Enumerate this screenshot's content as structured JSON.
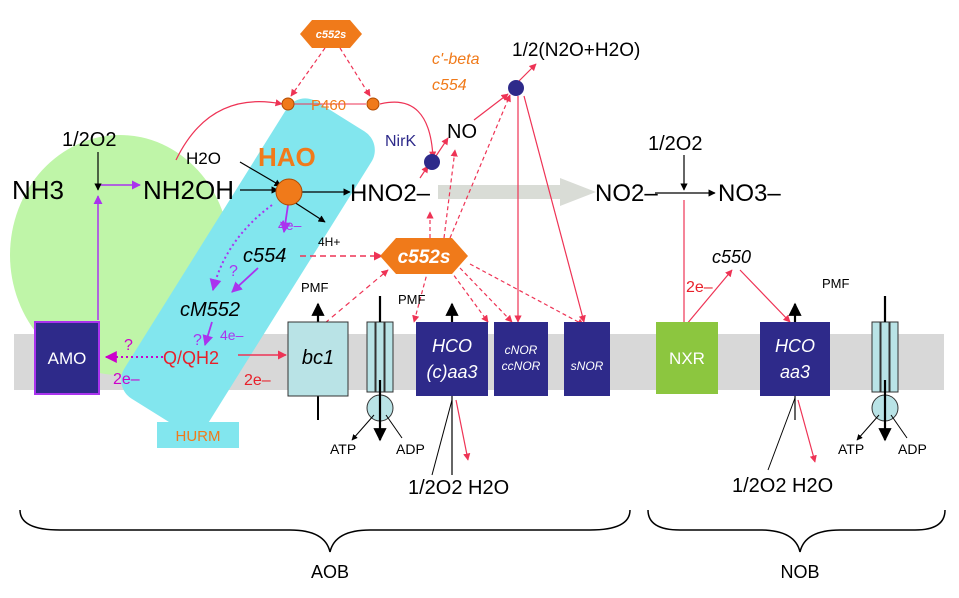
{
  "colors": {
    "nitrogen_red": "#e8202a",
    "orange": "#f07a1a",
    "purple": "#aa33ee",
    "magenta": "#cc00cc",
    "navy": "#2e2a8a",
    "green_blob": "#bff5a8",
    "hurm_cyan": "#82e6ee",
    "membrane": "#d8d8d8",
    "nxr_green": "#8cc63f",
    "pink_arrow": "#ee3355",
    "gray_arrow": "#d9dcd6"
  },
  "labels": {
    "c552s_top": "c552s",
    "c552s_mid": "c552s",
    "p460": "P460",
    "hao": "HAO",
    "h2o": "H2O",
    "nirk": "NirK",
    "c_prime_beta": "c'-beta",
    "c554_top": "c554",
    "c554_mid": "c554",
    "cm552": "cM552",
    "four_e_1": "4e–",
    "four_e_2": "4e–",
    "q_mark_1": "?",
    "q_mark_2": "?",
    "q_mark_3": "?",
    "qqh2": "Q/QH2",
    "two_e_amo": "2e–",
    "two_e_bc1": "2e–",
    "two_e_nxr": "2e–",
    "four_h": "4H+",
    "half_o2_left": "1/2O2",
    "half_o2_right": "1/2O2",
    "half_n2o": "1/2(N2O+H2O)",
    "nh3": "NH3",
    "nh2oh": "NH2OH",
    "hno2": "HNO2–",
    "no2_right": "NO2–",
    "no3": "NO3–",
    "no": "NO",
    "pmf_1": "PMF",
    "pmf_2": "PMF",
    "pmf_3": "PMF",
    "c550": "c550",
    "amo": "AMO",
    "bc1": "bc1",
    "hco_left_1": "HCO",
    "hco_left_2": "(c)aa3",
    "cnor": "cNOR",
    "ccnor": "ccNOR",
    "snor": "sNOR",
    "nxr": "NXR",
    "hco_right_1": "HCO",
    "hco_right_2": "aa3",
    "atp_1": "ATP",
    "adp_1": "ADP",
    "atp_2": "ATP",
    "adp_2": "ADP",
    "water_left": "1/2O2 H2O",
    "water_right": "1/2O2 H2O",
    "hurm": "HURM",
    "aob": "AOB",
    "nob": "NOB"
  }
}
